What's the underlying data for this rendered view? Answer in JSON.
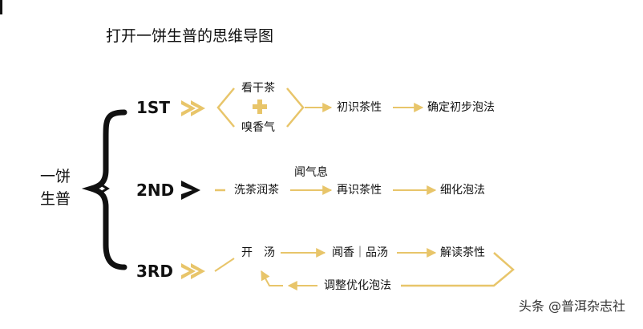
{
  "title": "打开一饼生普的思维导图",
  "root": [
    "一饼",
    "生普"
  ],
  "stages": [
    {
      "label": "1ST",
      "nodes": {
        "top": "看干茶",
        "bottom": "嗅香气",
        "step1": "初识茶性",
        "step2": "确定初步泡法"
      }
    },
    {
      "label": "2ND",
      "nodes": {
        "first": "洗茶润茶",
        "above": "闻气息",
        "step1": "再识茶性",
        "step2": "细化泡法"
      }
    },
    {
      "label": "3RD",
      "nodes": {
        "first": "开　汤",
        "step1": "闻香｜品汤",
        "step2": "解读茶性",
        "loop": "调整优化泡法"
      }
    }
  ],
  "watermark": "头条 @普洱杂志社",
  "colors": {
    "accent": "#e8c56a",
    "ink": "#111111"
  }
}
